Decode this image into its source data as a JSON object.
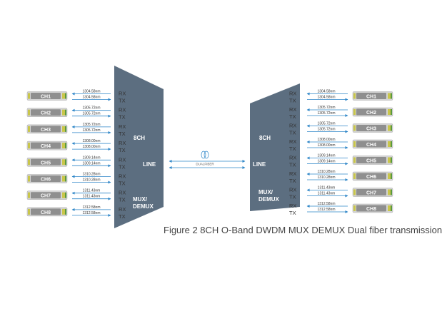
{
  "caption": "Figure 2 8CH O-Band DWDM MUX DEMUX Dual fiber transmission",
  "colors": {
    "mux_body": "#5c6e80",
    "arrow": "#2e86c8",
    "module_body": "#d4d4d4",
    "module_label": "#ffffff",
    "module_tab": "#c9c64a",
    "module_tab_edge": "#5a9a3e",
    "fiber_line": "#2e86c8"
  },
  "left_mux": {
    "title": "8CH",
    "line_label": "LINE",
    "type_label": [
      "MUX/",
      "DEMUX"
    ]
  },
  "right_mux": {
    "title": "8CH",
    "line_label": "LINE",
    "type_label": [
      "MUX/",
      "DEMUX"
    ]
  },
  "fiber_label": "DUALFIBER",
  "port_labels": {
    "rx": "RX",
    "tx": "TX"
  },
  "channels": [
    {
      "name": "CH1",
      "left_rx": "1304.58nm",
      "left_tx": "1304.58nm",
      "right_rx": "1304.58nm",
      "right_tx": "1304.58nm"
    },
    {
      "name": "CH2",
      "left_rx": "1305.72nm",
      "left_tx": "1305.72nm",
      "right_rx": "1305.72nm",
      "right_tx": "1305.72nm"
    },
    {
      "name": "CH3",
      "left_rx": "1305.72nm",
      "left_tx": "1305.72nm",
      "right_rx": "1305.72nm",
      "right_tx": "1305.72nm"
    },
    {
      "name": "CH4",
      "left_rx": "1308.00nm",
      "left_tx": "1308.00nm",
      "right_rx": "1308.00nm",
      "right_tx": "1308.00nm"
    },
    {
      "name": "CH5",
      "left_rx": "1309.14nm",
      "left_tx": "1309.14nm",
      "right_rx": "1309.14nm",
      "right_tx": "1309.14nm"
    },
    {
      "name": "CH6",
      "left_rx": "1310.28nm",
      "left_tx": "1310.28nm",
      "right_rx": "1310.28nm",
      "right_tx": "1310.28nm"
    },
    {
      "name": "CH7",
      "left_rx": "1311.43nm",
      "left_tx": "1311.43nm",
      "right_rx": "1311.43nm",
      "right_tx": "1311.43nm"
    },
    {
      "name": "CH8",
      "left_rx": "1312.58nm",
      "left_tx": "1312.58nm",
      "right_rx": "1312.58nm",
      "right_tx": "1312.58nm"
    }
  ]
}
